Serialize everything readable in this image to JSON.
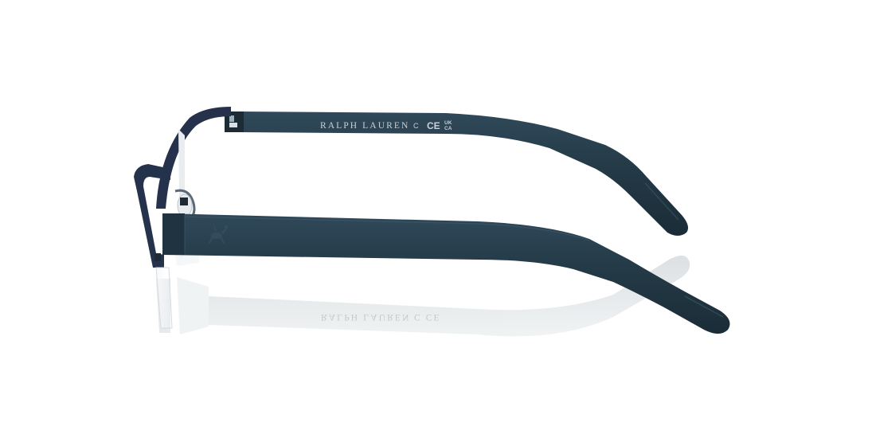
{
  "product": {
    "brand_text": "RALPH LAUREN",
    "marking_c": "C",
    "marking_ce": "CE",
    "marking_uk": "UK",
    "marking_ca": "CA",
    "reflection_brand_text": "RALPH LAUREN",
    "reflection_marking": "C  CE",
    "logo": "polo-pony-logo-icon"
  },
  "colors": {
    "background": "#ffffff",
    "frame": "#243a47",
    "frame_dark": "#1b2e3a",
    "metal_rim": "#2a3550",
    "reflection": "#d7dcdf"
  }
}
